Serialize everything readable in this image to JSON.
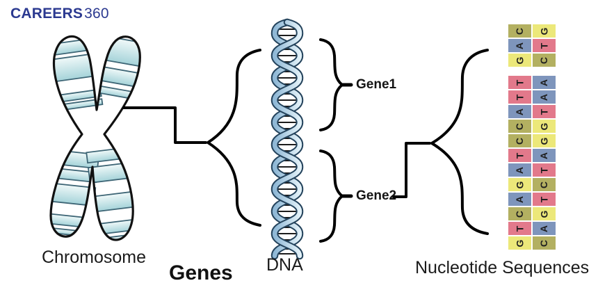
{
  "logo": {
    "text_bold": "CAREERS",
    "text_light": "360"
  },
  "chromosome": {
    "label": "Chromosome"
  },
  "dna": {
    "label": "DNA"
  },
  "genes": {
    "label": "Genes",
    "gene1": "Gene1",
    "gene2": "Gene2"
  },
  "nucleotide": {
    "label": "Nucleotide Sequences",
    "letter_color": "#1f1f1f",
    "base_colors": {
      "A": "#7e95bc",
      "T": "#e2798b",
      "C": "#b3b061",
      "G": "#ece87a"
    },
    "groups": [
      {
        "pairs": [
          [
            "C",
            "G"
          ],
          [
            "A",
            "T"
          ],
          [
            "G",
            "C"
          ]
        ]
      },
      {
        "pairs": [
          [
            "T",
            "A"
          ],
          [
            "T",
            "A"
          ],
          [
            "A",
            "T"
          ],
          [
            "C",
            "G"
          ],
          [
            "C",
            "G"
          ],
          [
            "T",
            "A"
          ],
          [
            "A",
            "T"
          ],
          [
            "G",
            "C"
          ],
          [
            "A",
            "T"
          ],
          [
            "C",
            "G"
          ],
          [
            "T",
            "A"
          ],
          [
            "G",
            "C"
          ]
        ]
      }
    ]
  },
  "colors": {
    "brand": "#2b3990",
    "line": "#000000",
    "band_light": "#f0f9f9",
    "band_dark": "#a5d3d9",
    "band_edge": "#3d6575",
    "helix_light": "#e2f1f8",
    "helix_dark": "#8fb8d6",
    "helix_outline": "#24435c"
  }
}
